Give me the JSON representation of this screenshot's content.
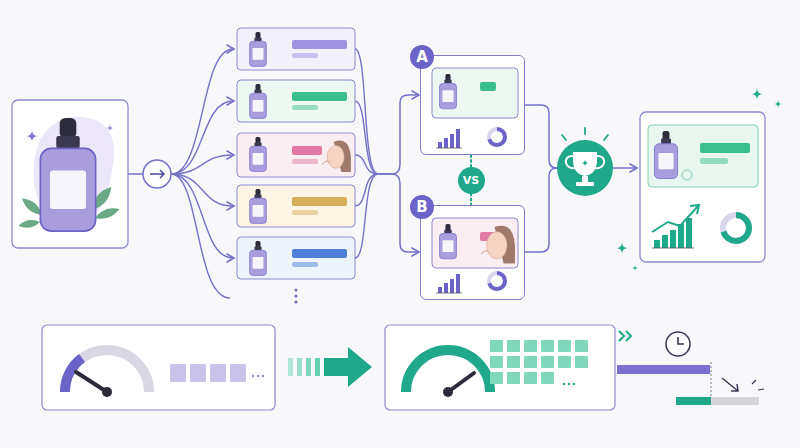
{
  "diagram": {
    "nodes": [
      {
        "text": [
          "A"
        ]
      },
      {
        "text": [
          "VS"
        ]
      },
      {
        "text": [
          "B"
        ]
      }
    ],
    "edges": [
      {
        "from": 0,
        "to": 1,
        "arrow": "none"
      },
      {
        "from": 1,
        "to": 2,
        "arrow": "none"
      }
    ]
  }
}
